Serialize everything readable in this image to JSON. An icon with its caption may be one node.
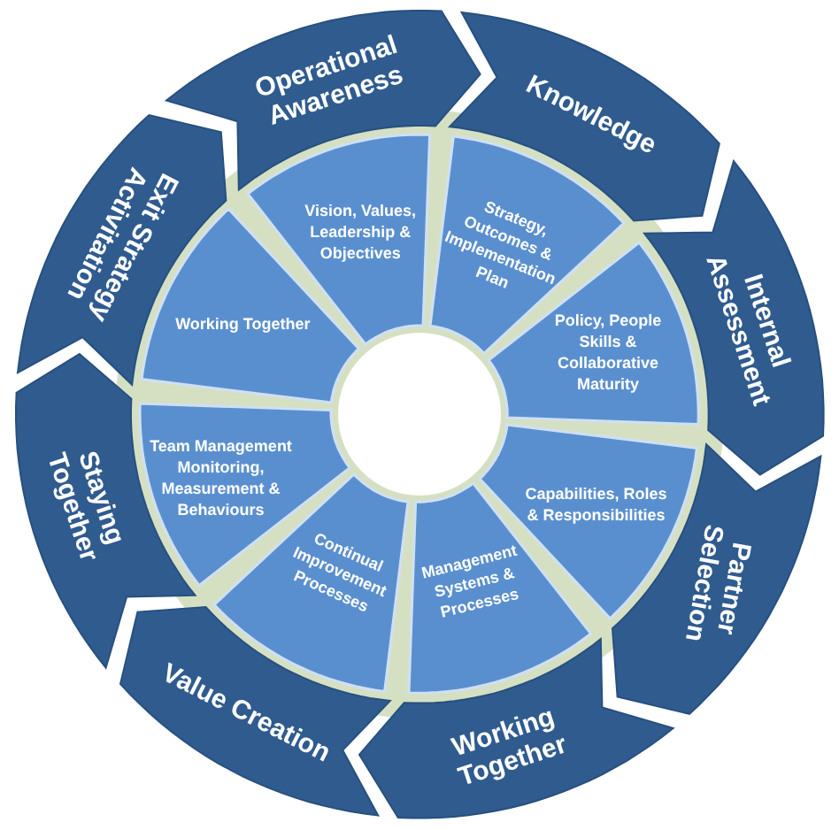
{
  "diagram": {
    "nodes": [
      {
        "text": [
          "Operational Awareness"
        ]
      },
      {
        "text": [
          "Knowledge"
        ]
      },
      {
        "text": [
          "Internal Assessment"
        ]
      },
      {
        "text": [
          "Partner Selection"
        ]
      },
      {
        "text": [
          "Working Together"
        ]
      },
      {
        "text": [
          "Value Creation"
        ]
      },
      {
        "text": [
          "Staying Together"
        ]
      },
      {
        "text": [
          "Exit Strategy Activitation"
        ]
      },
      {
        "text": [
          "Vision, Values, Leadership & Objectives"
        ]
      },
      {
        "text": [
          "Strategy, Outcomes & Implementation Plan"
        ]
      },
      {
        "text": [
          "Policy, People Skills & Collaborative Maturity"
        ]
      },
      {
        "text": [
          "Capabilities, Roles & Responsibilities"
        ]
      },
      {
        "text": [
          "Management Systems & Processes"
        ]
      },
      {
        "text": [
          "Continual Improvement Processes"
        ]
      },
      {
        "text": [
          "Team Management Monitoring, Measurement & Behaviours"
        ]
      },
      {
        "text": [
          "Working Together"
        ]
      }
    ]
  }
}
